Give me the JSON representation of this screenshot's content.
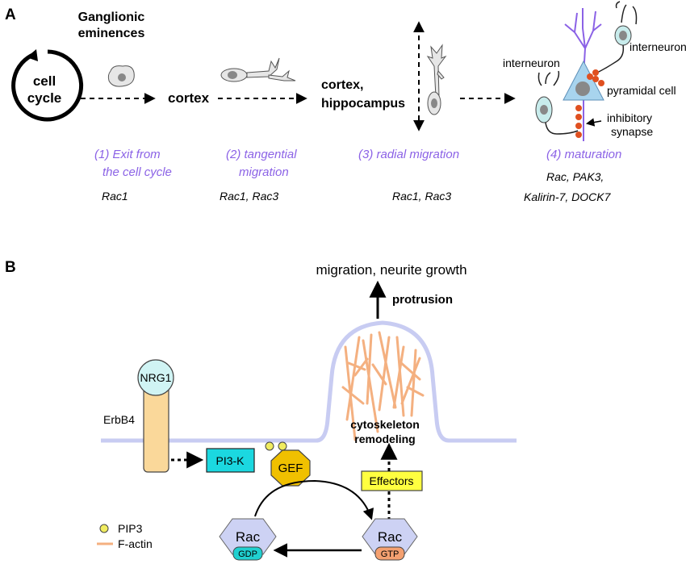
{
  "panel_a": {
    "label": "A",
    "cell_cycle_line1": "cell",
    "cell_cycle_line2": "cycle",
    "source_line1": "Ganglionic",
    "source_line2": "eminences",
    "cortex": "cortex",
    "cortex_hippo_line1": "cortex,",
    "cortex_hippo_line2": "hippocampus",
    "interneuron_left": "interneuron",
    "interneuron_right": "interneuron",
    "pyramidal": "pyramidal cell",
    "inhibitory_line1": "inhibitory",
    "inhibitory_line2": "synapse",
    "stages": [
      {
        "line1": "(1) Exit from",
        "line2": "the cell cycle",
        "genes": [
          "Rac1"
        ]
      },
      {
        "line1": "(2) tangential",
        "line2": "migration",
        "genes": [
          "Rac1, Rac3"
        ]
      },
      {
        "line1": "(3) radial migration",
        "genes": [
          "Rac1, Rac3"
        ]
      },
      {
        "line1": "(4) maturation",
        "genes": [
          "Rac, PAK3,",
          "Kalirin-7, DOCK7"
        ]
      }
    ]
  },
  "panel_b": {
    "label": "B",
    "top": "migration, neurite growth",
    "protrusion": "protrusion",
    "nrg1": "NRG1",
    "erbb4": "ErbB4",
    "pi3k": "PI3-K",
    "gef": "GEF",
    "effectors": "Effectors",
    "cyto_line1": "cytoskeleton",
    "cyto_line2": "remodeling",
    "rac_gdp": "Rac",
    "gdp": "GDP",
    "rac_gtp": "Rac",
    "gtp": "GTP",
    "legend": [
      {
        "label": "PIP3"
      },
      {
        "label": "F-actin"
      }
    ]
  },
  "colors": {
    "purple": "#8b62e6",
    "membrane": "#c8ccf2",
    "actin": "#f4b080",
    "pi3k": "#1bd8e0",
    "gef": "#f0c000",
    "effectors": "#ffff40",
    "pip3": "#f0ec60",
    "rac": "#cdd2f4",
    "gdp": "#20d0d0",
    "gtp": "#f4a070",
    "pyramidal": "#a8d4ee",
    "synapse": "#e05020",
    "receptor": "#fad89a",
    "nrg1": "#d0f4f4"
  }
}
